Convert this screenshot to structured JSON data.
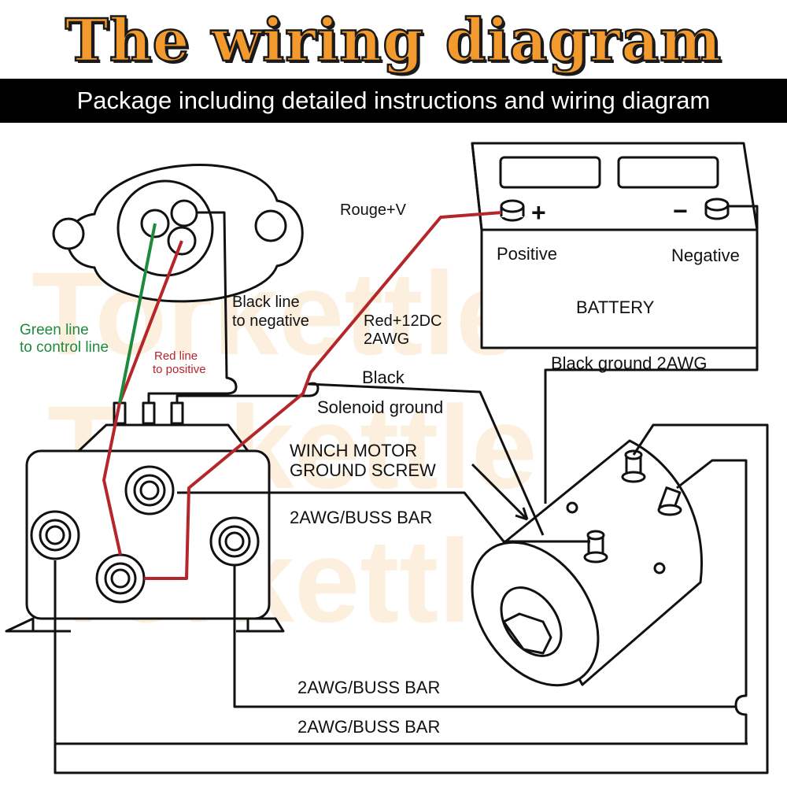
{
  "title": "The wiring diagram",
  "banner": "Package including detailed instructions and wiring diagram",
  "watermark": "Torkettle",
  "colors": {
    "title_fill": "#f29a2e",
    "red_wire": "#b5262b",
    "green_wire": "#1e8a3c",
    "line": "#111111"
  },
  "labels": {
    "rouge": "Rouge+V",
    "positive": "Positive",
    "negative": "Negative",
    "battery": "BATTERY",
    "black_line_1": "Black line",
    "black_line_2": "to negative",
    "green_line_1": "Green line",
    "green_line_2": "to control line",
    "red_line_1": "Red line",
    "red_line_2": "to positive",
    "red12_1": "Red+12DC",
    "red12_2": "2AWG",
    "black": "Black",
    "solenoid_ground": "Solenoid ground",
    "black_ground": "Black ground 2AWG",
    "winch_1": "WINCH MOTOR",
    "winch_2": "GROUND SCREW",
    "buss1": "2AWG/BUSS BAR",
    "buss2": "2AWG/BUSS BAR",
    "buss3": "2AWG/BUSS BAR",
    "plus_sign": "+",
    "minus_sign": "−"
  }
}
